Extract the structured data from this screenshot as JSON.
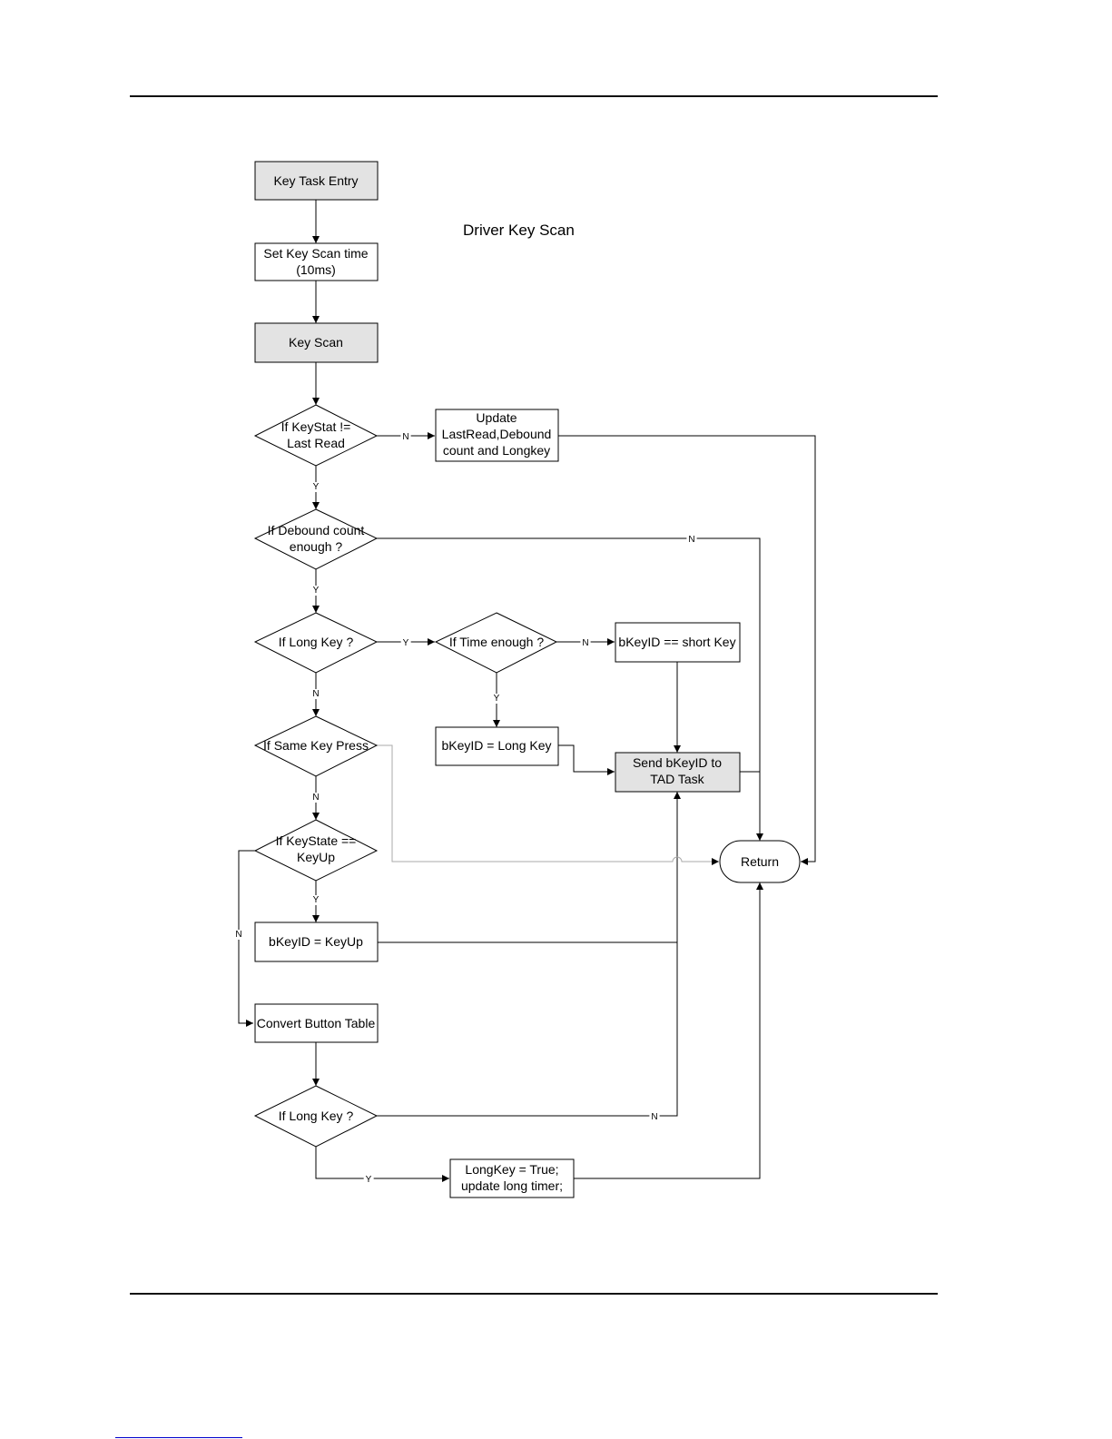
{
  "diagram": {
    "title": "Driver Key Scan",
    "nodes": {
      "key_task_entry": [
        "Key Task Entry"
      ],
      "set_key_scan_time": [
        "Set Key Scan time",
        "(10ms)"
      ],
      "key_scan": [
        "Key Scan"
      ],
      "if_keystat": [
        "If KeyStat !=",
        "Last Read"
      ],
      "update_lastread": [
        "Update",
        "LastRead,Debound",
        "count and Longkey"
      ],
      "if_debound": [
        "If Debound count",
        "enough ?"
      ],
      "if_long_key_1": [
        "If Long Key ?"
      ],
      "if_time_enough": [
        "If Time enough ?"
      ],
      "bkeyid_short": [
        "bKeyID == short Key"
      ],
      "bkeyid_long": [
        "bKeyID = Long Key"
      ],
      "if_same_key": [
        "If Same Key Press"
      ],
      "send_bkeyid": [
        "Send bKeyID to",
        "TAD Task"
      ],
      "if_keystate": [
        "If KeyState ==",
        "KeyUp"
      ],
      "return": [
        "Return"
      ],
      "bkeyid_keyup": [
        "bKeyID = KeyUp"
      ],
      "convert_button": [
        "Convert Button Table"
      ],
      "if_long_key_2": [
        "If Long Key ?"
      ],
      "longkey_true": [
        "LongKey = True;",
        "update long timer;"
      ]
    },
    "edge_labels": {
      "keystat_n": "N",
      "keystat_y": "Y",
      "debound_n": "N",
      "debound_y": "Y",
      "longkey1_y": "Y",
      "longkey1_n": "N",
      "time_n": "N",
      "time_y": "Y",
      "samekey_n": "N",
      "keystate_y": "Y",
      "keystate_n": "N",
      "longkey2_n": "N",
      "longkey2_y": "Y"
    },
    "colors": {
      "highlight_fill": "#e3e3e3",
      "node_fill": "#ffffff",
      "stroke": "#000000",
      "gray_line": "#aaaaaa"
    }
  }
}
